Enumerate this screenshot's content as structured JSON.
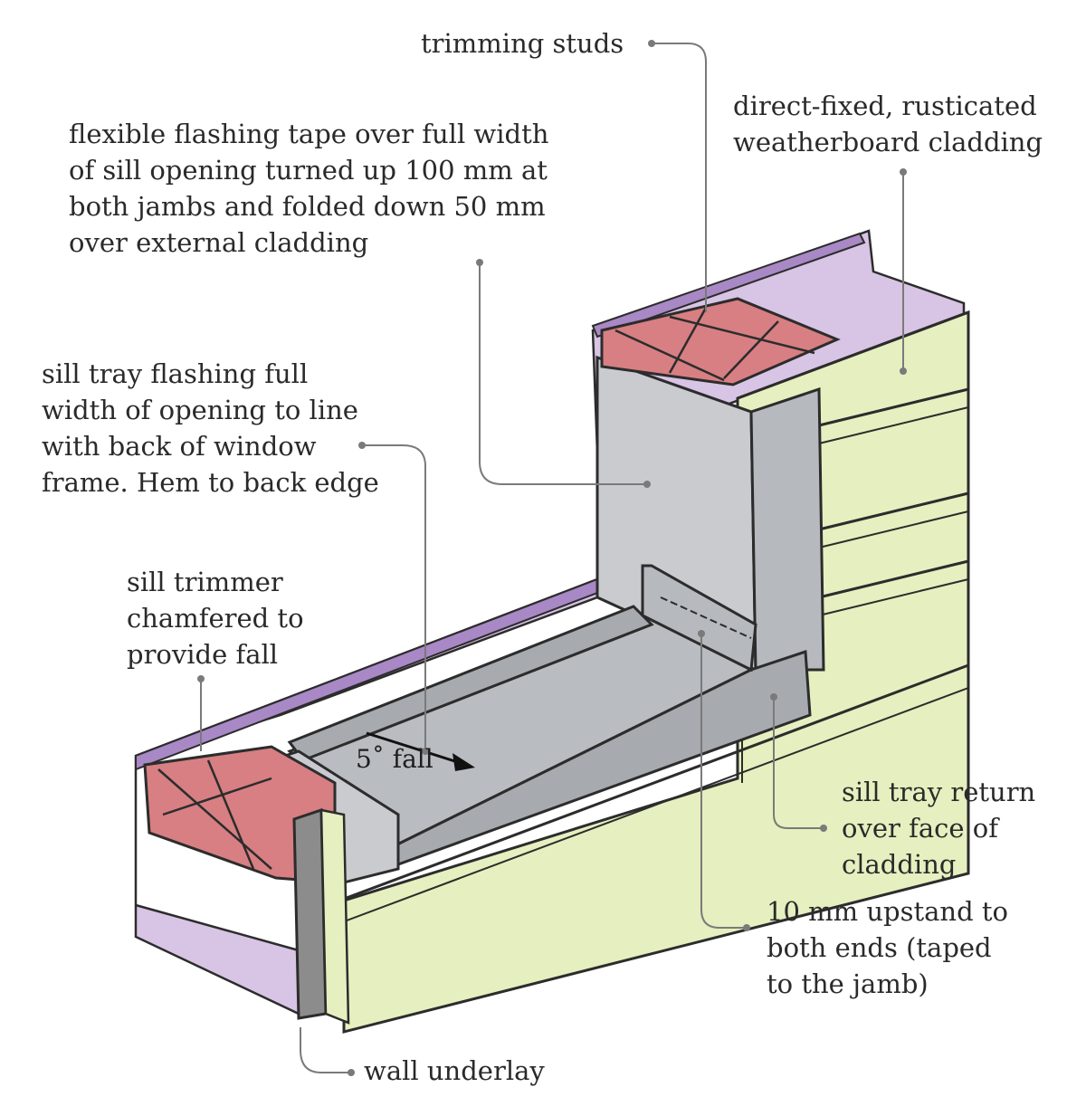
{
  "colors": {
    "underlay": "#d8c4e4",
    "underlay_edge": "#9c78b8",
    "timber": "#d77f83",
    "flashing": "#c9cbcf",
    "flashing_dark": "#a7aaae",
    "tray": "#b9bcc1",
    "cladding": "#e6efbf",
    "cladding_line": "#2c2c2c",
    "leader": "#7a7a7a"
  },
  "labels": {
    "trimming_studs": [
      "trimming studs"
    ],
    "cladding": [
      "direct-fixed, rusticated",
      "weatherboard cladding"
    ],
    "flashing_tape": [
      "flexible flashing tape over full width",
      "of sill opening turned up 100 mm at",
      "both jambs and folded down 50 mm",
      "over external cladding"
    ],
    "sill_tray": [
      "sill tray flashing full",
      "width of opening to line",
      "with back of window",
      "frame. Hem to back edge"
    ],
    "sill_trimmer": [
      "sill trimmer",
      "chamfered to",
      "provide fall"
    ],
    "tray_return": [
      "sill tray return",
      "over face of",
      "cladding"
    ],
    "upstand": [
      "10 mm upstand to",
      "both ends (taped",
      "to the jamb)"
    ],
    "wall_underlay": [
      "wall underlay"
    ],
    "fall": "5˚ fall"
  }
}
